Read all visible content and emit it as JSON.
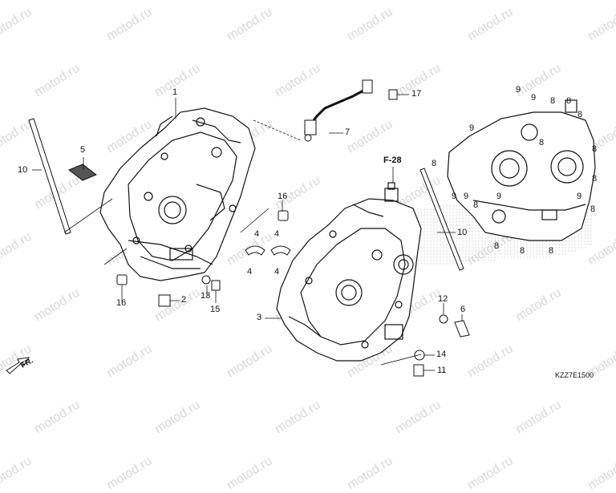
{
  "watermark": "motod.ru",
  "diagram_code": "KZZ7E1500",
  "reference_label": "F-28",
  "direction_label": "FR.",
  "callouts": [
    "1",
    "2",
    "3",
    "4",
    "4",
    "4",
    "4",
    "5",
    "6",
    "7",
    "8",
    "9",
    "10",
    "10",
    "11",
    "12",
    "13",
    "14",
    "15",
    "16",
    "16",
    "17"
  ]
}
